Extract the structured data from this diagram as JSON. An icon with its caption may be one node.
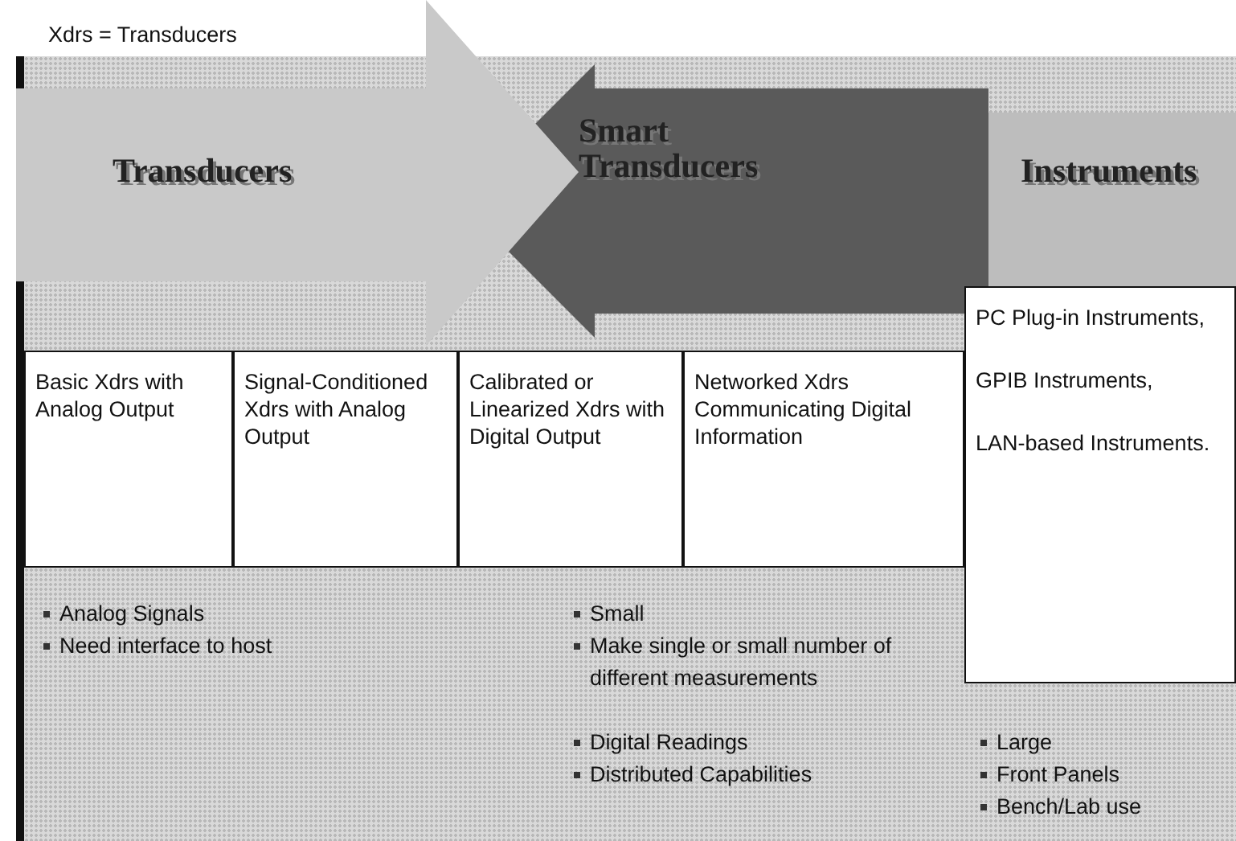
{
  "diagram": {
    "nodes": [
      {
        "text": [
          "Transducers"
        ]
      },
      {
        "text": [
          "Smart Transducers"
        ]
      },
      {
        "text": [
          "Instruments"
        ]
      },
      {
        "text": [
          "Basic Xdrs with Analog Output"
        ]
      },
      {
        "text": [
          "Signal-Conditioned Xdrs with Analog Output"
        ]
      },
      {
        "text": [
          "Calibrated or Linearized Xdrs with Digital Output"
        ]
      },
      {
        "text": [
          "Networked Xdrs Communicating Digital Information"
        ]
      },
      {
        "text": [
          "PC Plug-in Instruments,",
          "GPIB Instruments,",
          "LAN-based Instruments."
        ]
      }
    ],
    "labels": [
      "Xdrs = Transducers",
      "Analog Signals",
      "Need interface to host",
      "Small",
      "Make single or small number of different measurements",
      "Digital Readings",
      "Distributed Capabilities",
      "Large",
      "Front Panels",
      "Bench/Lab use"
    ]
  }
}
